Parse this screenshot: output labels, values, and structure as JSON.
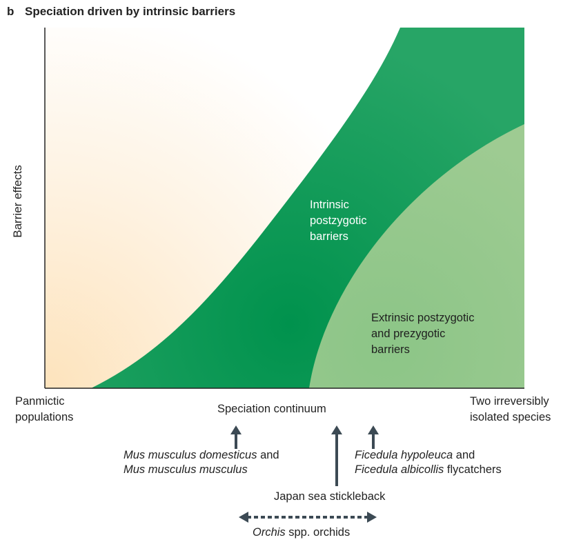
{
  "panel_letter": "b",
  "title": "Speciation driven by intrinsic barriers",
  "y_axis_label": "Barrier effects",
  "regions": {
    "intrinsic": [
      "Intrinsic",
      "postzygotic",
      "barriers"
    ],
    "extrinsic": [
      "Extrinsic postzygotic",
      "and prezygotic",
      "barriers"
    ]
  },
  "x_axis": {
    "left_label": [
      "Panmictic",
      "populations"
    ],
    "center_label": "Speciation continuum",
    "right_label": [
      "Two irreversibly",
      "isolated species"
    ]
  },
  "examples": {
    "mus": {
      "line1_italic": "Mus musculus domesticus",
      "line1_plain": " and",
      "line2_italic": "Mus musculus musculus"
    },
    "ficedula": {
      "line1_italic": "Ficedula hypoleuca",
      "line1_plain": " and",
      "line2_italic": "Ficedula albicollis",
      "line2_plain": " flycatchers"
    },
    "stickleback": "Japan sea stickleback",
    "orchis": {
      "italic": "Orchis",
      "plain": " spp. orchids"
    }
  },
  "colors": {
    "cream": "#fde3bc",
    "dark_green": "#009550",
    "light_green": "#8fc689",
    "arrow": "#3c4a54"
  }
}
